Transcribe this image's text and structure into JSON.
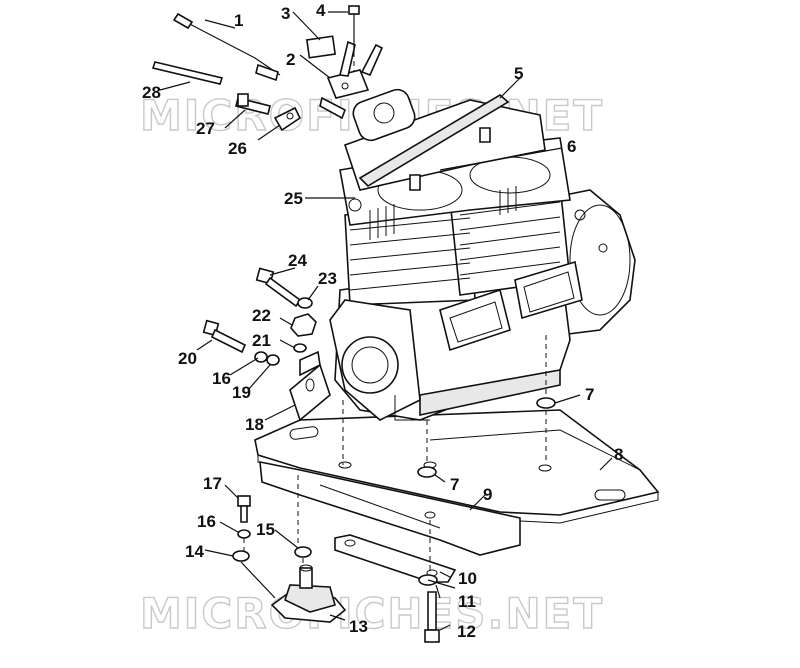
{
  "watermark": {
    "top": "MICROFICHES.NET",
    "bottom": "MICROFICHES.NET"
  },
  "callouts": [
    {
      "num": "1"
    },
    {
      "num": "2"
    },
    {
      "num": "3"
    },
    {
      "num": "4"
    },
    {
      "num": "5"
    },
    {
      "num": "6"
    },
    {
      "num": "7"
    },
    {
      "num": "7"
    },
    {
      "num": "8"
    },
    {
      "num": "9"
    },
    {
      "num": "10"
    },
    {
      "num": "11"
    },
    {
      "num": "12"
    },
    {
      "num": "13"
    },
    {
      "num": "14"
    },
    {
      "num": "15"
    },
    {
      "num": "16"
    },
    {
      "num": "16"
    },
    {
      "num": "17"
    },
    {
      "num": "18"
    },
    {
      "num": "19"
    },
    {
      "num": "20"
    },
    {
      "num": "21"
    },
    {
      "num": "22"
    },
    {
      "num": "23"
    },
    {
      "num": "24"
    },
    {
      "num": "25"
    },
    {
      "num": "26"
    },
    {
      "num": "27"
    },
    {
      "num": "28"
    }
  ]
}
